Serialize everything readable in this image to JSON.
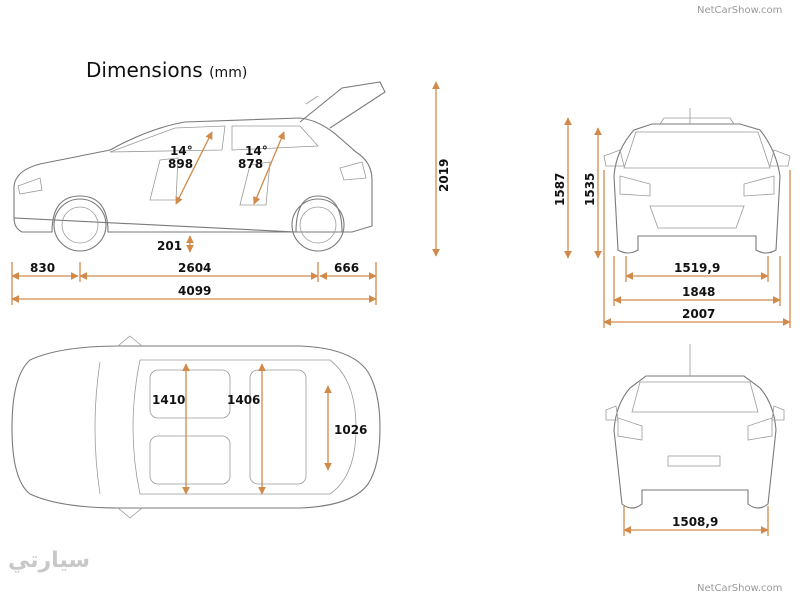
{
  "title": {
    "main": "Dimensions",
    "unit": "(mm)"
  },
  "watermark": "NetCarShow.com",
  "logo_text": "سيارتي",
  "colors": {
    "dimension_line": "#d18a4a",
    "outline": "#7a7a7a"
  },
  "side_view": {
    "front_overhang": "830",
    "wheelbase": "2604",
    "rear_overhang": "666",
    "overall_length": "4099",
    "ground_clearance": "201",
    "tailgate_open_height": "2019",
    "front_seat_angle": "14°",
    "front_seat_headroom": "898",
    "rear_seat_angle": "14°",
    "rear_seat_headroom": "878"
  },
  "front_view": {
    "height_1": "1587",
    "height_2": "1535",
    "front_track": "1519,9",
    "width": "1848",
    "width_with_mirrors": "2007"
  },
  "top_view": {
    "front_cabin_width": "1410",
    "rear_cabin_width": "1406",
    "boot_width": "1026"
  },
  "rear_view": {
    "rear_track": "1508,9"
  }
}
